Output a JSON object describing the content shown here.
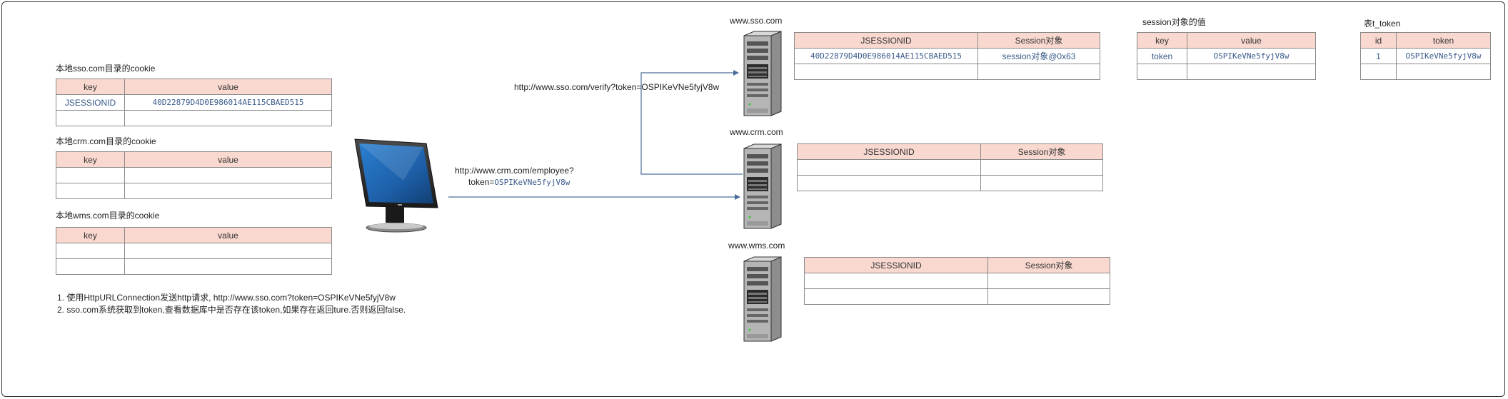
{
  "local_cookies": [
    {
      "title": "本地sso.com目录的cookie",
      "headers": [
        "key",
        "value"
      ],
      "rows": [
        [
          "JSESSIONID",
          "40D22879D4D0E986014AE115CBAED515"
        ],
        [
          "",
          ""
        ]
      ]
    },
    {
      "title": "本地crm.com目录的cookie",
      "headers": [
        "key",
        "value"
      ],
      "rows": [
        [
          "",
          ""
        ],
        [
          "",
          ""
        ]
      ]
    },
    {
      "title": "本地wms.com目录的cookie",
      "headers": [
        "key",
        "value"
      ],
      "rows": [
        [
          "",
          ""
        ],
        [
          "",
          ""
        ]
      ]
    }
  ],
  "notes": [
    "1. 使用HttpURLConnection发送http请求, http://www.sso.com?token=OSPIKeVNe5fyjV8w",
    "2. sso.com系统获取到token,查看数据库中是否存在该token,如果存在返回ture.否则返回false."
  ],
  "requests": {
    "verify": "http://www.sso.com/verify?token=OSPIKeVNe5fyjV8w",
    "crm_line1": "http://www.crm.com/employee?",
    "crm_line2_prefix": "token=",
    "crm_line2_token": "OSPIKeVNe5fyjV8w"
  },
  "servers": [
    {
      "host": "www.sso.com",
      "headers": [
        "JSESSIONID",
        "Session对象"
      ],
      "rows": [
        [
          "40D22879D4D0E986014AE115CBAED515",
          "session对象@0x63"
        ],
        [
          "",
          ""
        ]
      ]
    },
    {
      "host": "www.crm.com",
      "headers": [
        "JSESSIONID",
        "Session对象"
      ],
      "rows": [
        [
          "",
          ""
        ],
        [
          "",
          ""
        ]
      ]
    },
    {
      "host": "www.wms.com",
      "headers": [
        "JSESSIONID",
        "Session对象"
      ],
      "rows": [
        [
          "",
          ""
        ],
        [
          "",
          ""
        ]
      ]
    }
  ],
  "session_values": {
    "title": "session对象的值",
    "headers": [
      "key",
      "value"
    ],
    "rows": [
      [
        "token",
        "OSPIKeVNe5fyjV8w"
      ],
      [
        "",
        ""
      ]
    ]
  },
  "token_table": {
    "title": "表t_token",
    "headers": [
      "id",
      "token"
    ],
    "rows": [
      [
        "1",
        "OSPIKeVNe5fyjV8w"
      ],
      [
        "",
        ""
      ]
    ]
  },
  "icons": [
    "monitor-icon",
    "server-icon"
  ],
  "colors": {
    "header_fill": "#f9d8cf",
    "arrow": "#4a6d9a",
    "value_text": "#3a5a8a"
  }
}
